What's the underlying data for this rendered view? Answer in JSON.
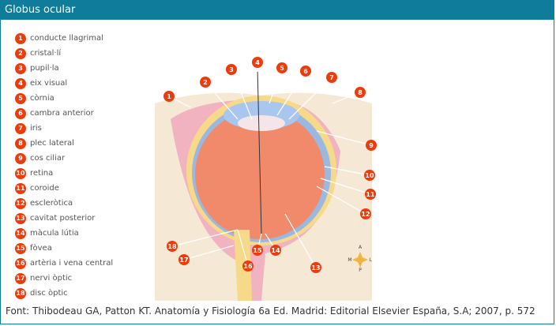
{
  "header": {
    "title": "Globus ocular"
  },
  "legend": [
    {
      "n": "1",
      "label": "conducte llagrimal"
    },
    {
      "n": "2",
      "label": "cristal·lí"
    },
    {
      "n": "3",
      "label": "pupil·la"
    },
    {
      "n": "4",
      "label": "eix visual"
    },
    {
      "n": "5",
      "label": "còrnia"
    },
    {
      "n": "6",
      "label": "cambra anterior"
    },
    {
      "n": "7",
      "label": "iris"
    },
    {
      "n": "8",
      "label": "plec lateral"
    },
    {
      "n": "9",
      "label": "cos ciliar"
    },
    {
      "n": "10",
      "label": "retina"
    },
    {
      "n": "11",
      "label": "coroide"
    },
    {
      "n": "12",
      "label": "escleròtica"
    },
    {
      "n": "13",
      "label": "cavitat  posterior"
    },
    {
      "n": "14",
      "label": "màcula lútia"
    },
    {
      "n": "15",
      "label": "fòvea"
    },
    {
      "n": "16",
      "label": "artèria i vena central"
    },
    {
      "n": "17",
      "label": "nervi òptic"
    },
    {
      "n": "18",
      "label": "disc òptic"
    }
  ],
  "compass": {
    "a": "A",
    "m": "M",
    "l": "L",
    "p": "P"
  },
  "source": "Font: Thibodeau GA, Patton KT. Anatomía y Fisiología 6a Ed. Madrid: Editorial Elsevier España, S.A; 2007, p. 572",
  "colors": {
    "header": "#0e7c9a",
    "marker": "#ee3b0c"
  }
}
